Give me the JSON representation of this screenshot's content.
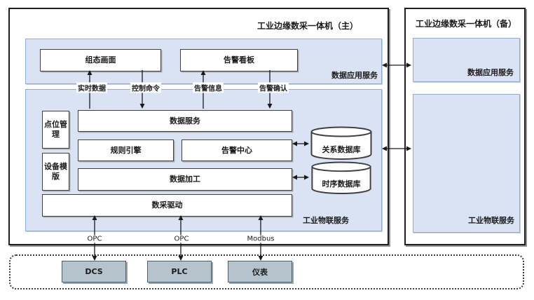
{
  "colors": {
    "layer_fill": "#dae3f3",
    "layer_border": "#8faadc",
    "device_fill": "#b5c3cd",
    "line": "#1a1a1a"
  },
  "main": {
    "title": "工业边缘数采一体机（主）",
    "app_service": {
      "label": "数据应用服务",
      "hmi": "组态画面",
      "alarm_board": "告警看板"
    },
    "flows": {
      "realtime": "实时数据",
      "control": "控制命令",
      "alarm_info": "告警信息",
      "alarm_ack": "告警确认"
    },
    "iot_service": {
      "label": "工业物联服务",
      "point_mgmt": "点位管理",
      "device_template": "设备模版",
      "data_service": "数据服务",
      "rule_engine": "规则引擎",
      "alarm_center": "告警中心",
      "data_processing": "数据加工",
      "collect_driver": "数采驱动",
      "relational_db": "关系数据库",
      "timeseries_db": "时序数据库"
    },
    "protocols": {
      "p1": "OPC",
      "p2": "OPC",
      "p3": "Modbus"
    }
  },
  "backup": {
    "title": "工业边缘数采一体机（备）",
    "app_service_label": "数据应用服务",
    "iot_service_label": "工业物联服务"
  },
  "field_devices": {
    "dcs": "DCS",
    "plc": "PLC",
    "meter": "仪表"
  }
}
